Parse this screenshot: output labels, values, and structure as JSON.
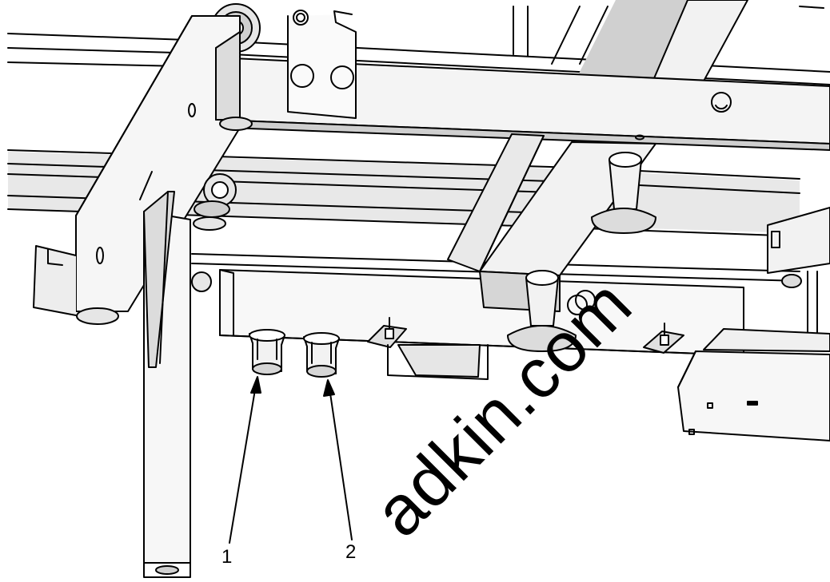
{
  "diagram": {
    "callouts": [
      {
        "id": "1",
        "label": "1"
      },
      {
        "id": "2",
        "label": "2"
      }
    ],
    "watermark": "adkin.com",
    "colors": {
      "line": "#000000",
      "shade_light": "#f2f2f2",
      "shade_mid": "#d9d9d9",
      "shade_dark": "#b3b3b3",
      "background": "#ffffff"
    }
  }
}
